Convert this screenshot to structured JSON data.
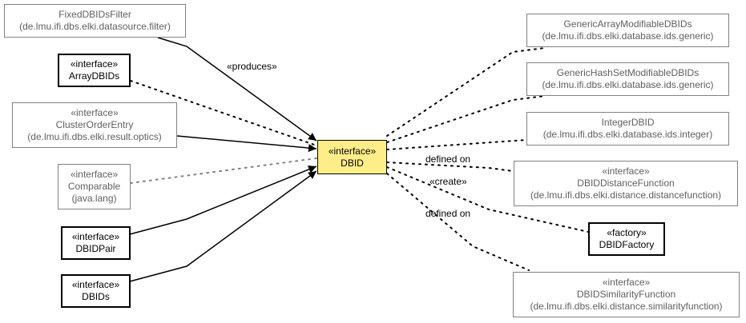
{
  "nodes": {
    "fixed": {
      "lines": [
        "FixedDBIDsFilter",
        "(de.lmu.ifi.dbs.elki.datasource.filter)"
      ]
    },
    "arraydbids": {
      "lines": [
        "«interface»",
        "ArrayDBIDs"
      ]
    },
    "clusterorder": {
      "lines": [
        "«interface»",
        "ClusterOrderEntry",
        "(de.lmu.ifi.dbs.elki.result.optics)"
      ]
    },
    "comparable": {
      "lines": [
        "«interface»",
        "Comparable",
        "(java.lang)"
      ]
    },
    "dbidpair": {
      "lines": [
        "«interface»",
        "DBIDPair"
      ]
    },
    "dbids": {
      "lines": [
        "«interface»",
        "DBIDs"
      ]
    },
    "dbid": {
      "lines": [
        "«interface»",
        "DBID"
      ]
    },
    "genericarray": {
      "lines": [
        "GenericArrayModifiableDBIDs",
        "(de.lmu.ifi.dbs.elki.database.ids.generic)"
      ]
    },
    "generichash": {
      "lines": [
        "GenericHashSetModifiableDBIDs",
        "(de.lmu.ifi.dbs.elki.database.ids.generic)"
      ]
    },
    "integerdbid": {
      "lines": [
        "IntegerDBID",
        "(de.lmu.ifi.dbs.elki.database.ids.integer)"
      ]
    },
    "distancefn": {
      "lines": [
        "«interface»",
        "DBIDDistanceFunction",
        "(de.lmu.ifi.dbs.elki.distance.distancefunction)"
      ]
    },
    "factory": {
      "lines": [
        "«factory»",
        "DBIDFactory"
      ]
    },
    "similarityfn": {
      "lines": [
        "«interface»",
        "DBIDSimilarityFunction",
        "(de.lmu.ifi.dbs.elki.distance.similarityfunction)"
      ]
    }
  },
  "edge_labels": {
    "produces": "«produces»",
    "defined_on_1": "defined on",
    "create": "«create»",
    "defined_on_2": "defined on"
  },
  "colors": {
    "focus_fill": "#ffee88",
    "gray_border": "#808080",
    "gray_text": "#606060"
  }
}
